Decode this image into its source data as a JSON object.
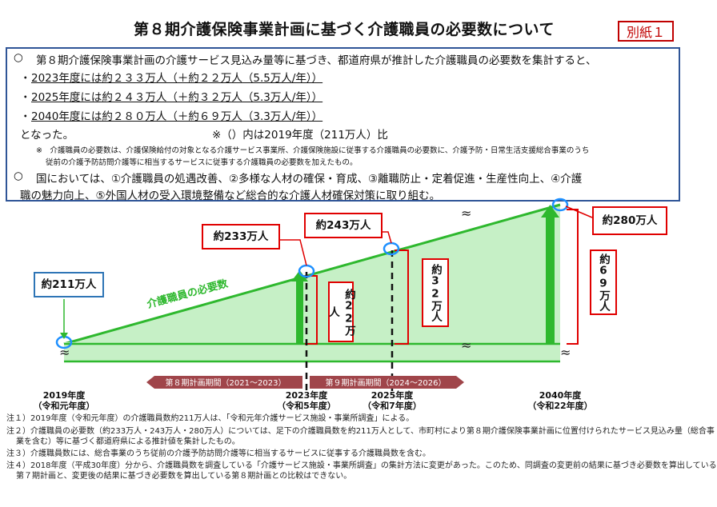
{
  "title": "第８期介護保険事業計画に基づく介護職員の必要数について",
  "appendix_label": "別紙１",
  "summary": {
    "bullet1_mark": "○",
    "bullet1_text": "第８期介護保険事業計画の介護サービス見込み量等に基づき、都道府県が推計した介護職員の必要数を集計すると、",
    "lines": [
      {
        "prefix": "・",
        "text": "2023年度には約２３３万人（＋約２２万人（5.5万人/年））"
      },
      {
        "prefix": "・",
        "text": "2025年度には約２４３万人（＋約３２万人（5.3万人/年））"
      },
      {
        "prefix": "・",
        "text": "2040年度には約２８０万人（＋約６９万人（3.3万人/年））"
      }
    ],
    "conclusion": "となった。",
    "paren_note": "※（）内は2019年度（211万人）比",
    "small_note_line1": "※　介護職員の必要数は、介護保険給付の対象となる介護サービス事業所、介護保険施設に従事する介護職員の必要数に、介護予防・日常生活支援総合事業のうち",
    "small_note_line2": "従前の介護予防訪問介護等に相当するサービスに従事する介護職員の必要数を加えたもの。",
    "bullet2_mark": "○",
    "bullet2_line1": "国においては、①介護職員の処遇改善、②多様な人材の確保・育成、③離職防止・定着促進・生産性向上、④介護",
    "bullet2_line2": "職の魅力向上、⑤外国人材の受入環境整備など総合的な介護人材確保対策に取り組む。"
  },
  "diagram": {
    "curve_label": "介護職員の必要数",
    "callouts": {
      "y2019": "約211万人",
      "y2023": "約233万人",
      "y2025": "約243万人",
      "y2040": "約280万人",
      "inc2023": "約22万人",
      "inc2025": "約32万人",
      "inc2040": "約69万人"
    },
    "periods": [
      {
        "label": "第８期計画期間（2021～2023）"
      },
      {
        "label": "第９期計画期間（2024～2026）"
      }
    ],
    "years": [
      {
        "line1": "2019年度",
        "line2": "（令和元年度）"
      },
      {
        "line1": "2023年度",
        "line2": "（令和5年度）"
      },
      {
        "line1": "2025年度",
        "line2": "（令和7年度）"
      },
      {
        "line1": "2040年度",
        "line2": "（令和22年度）"
      }
    ],
    "values": {
      "y2019": 211,
      "y2023": 233,
      "y2025": 243,
      "y2040": 280
    }
  },
  "footnotes": [
    "注１）2019年度（令和元年度）の介護職員数約211万人は、「令和元年介護サービス施設・事業所調査」による。",
    "注２）介護職員の必要数（約233万人・243万人・280万人）については、足下の介護職員数を約211万人として、市町村により第８期介護保険事業計画に位置付けられたサービス見込み量（総合事",
    "業を含む）等に基づく都道府県による推計値を集計したもの。",
    "注３）介護職員数には、総合事業のうち従前の介護予防訪問介護等に相当するサービスに従事する介護職員数を含む。",
    "注４）2018年度（平成30年度）分から、介護職員数を調査している「介護サービス施設・事業所調査」の集計方法に変更があった。このため、同調査の変更前の結果に基づき必要数を算出している",
    "第７期計画と、変更後の結果に基づき必要数を算出している第８期計画との比較はできない。"
  ],
  "colors": {
    "green_line": "#2eb82e",
    "green_fill": "#c6f0c6",
    "red": "#e00000",
    "blue_frame": "#2f5597",
    "period_bar": "#a0454a"
  }
}
